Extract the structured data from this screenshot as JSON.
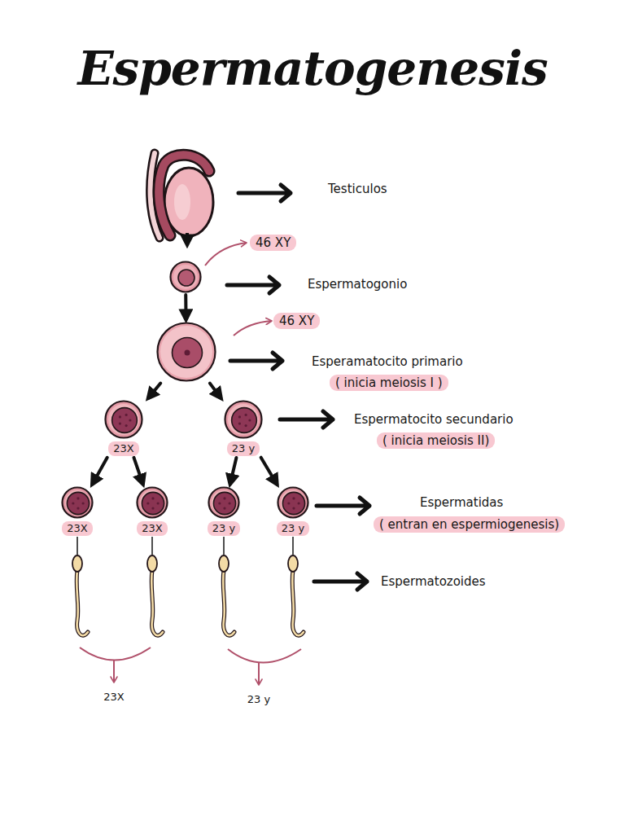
{
  "diagram": {
    "title": "Espermatogenesis",
    "nodes": [
      {
        "text": [
          "46 XY"
        ]
      },
      {
        "text": [
          "46 XY"
        ]
      },
      {
        "text": [
          "23X"
        ]
      },
      {
        "text": [
          "23 y"
        ]
      },
      {
        "text": [
          "23X"
        ]
      },
      {
        "text": [
          "23X"
        ]
      },
      {
        "text": [
          "23 y"
        ]
      },
      {
        "text": [
          "23 y"
        ]
      }
    ],
    "edges": [
      {
        "from": 0,
        "to": 1,
        "arrow": "to"
      },
      {
        "from": 1,
        "to": 2,
        "arrow": "to"
      },
      {
        "from": 1,
        "to": 3,
        "arrow": "to"
      },
      {
        "from": 2,
        "to": 4,
        "arrow": "to"
      },
      {
        "from": 2,
        "to": 5,
        "arrow": "to"
      },
      {
        "from": 3,
        "to": 6,
        "arrow": "to"
      },
      {
        "from": 3,
        "to": 7,
        "arrow": "to"
      }
    ],
    "labels": [
      "Testiculos",
      "Espermatogonio",
      "Esperamatocito primario",
      "( inicia meiosis I )",
      "Espermatocito secundario",
      "( inicia meiosis II)",
      "Espermatidas",
      "( entran en espermiogenesis)",
      "Espermatozoides",
      "23X",
      "23 y"
    ]
  }
}
